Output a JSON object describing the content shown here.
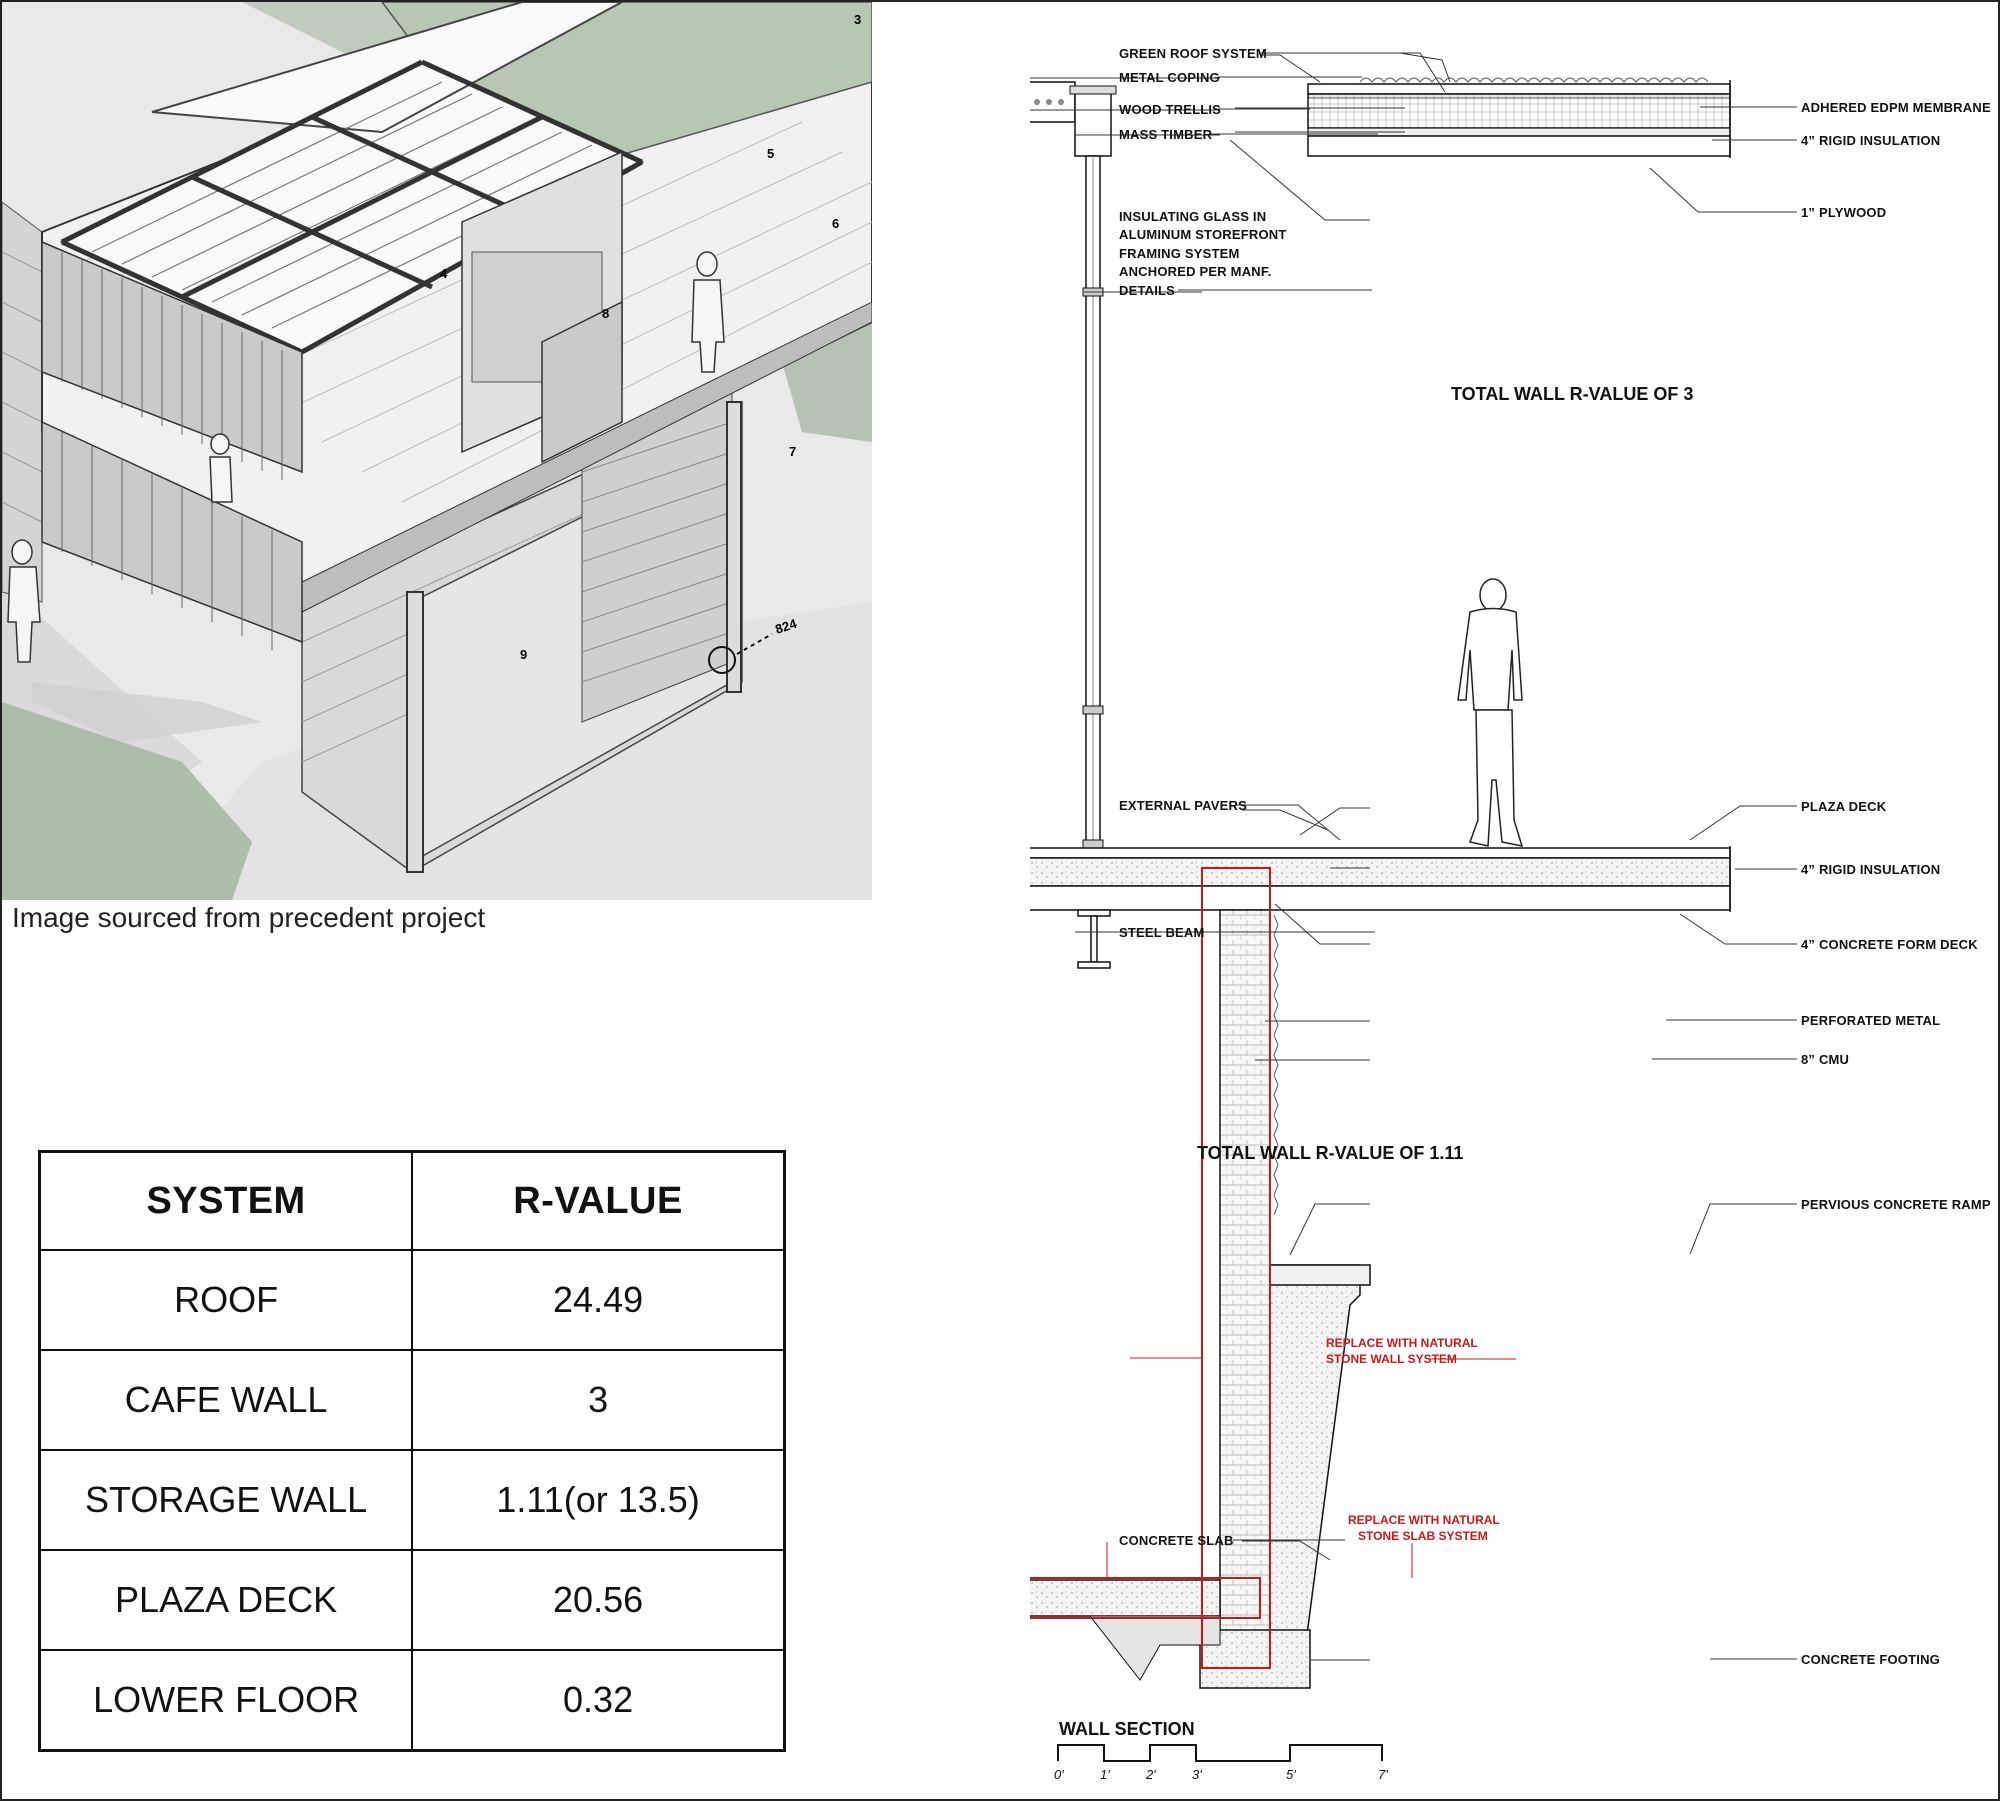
{
  "axonometric": {
    "caption": "Image sourced from precedent project",
    "callouts": [
      "3",
      "4",
      "5",
      "6",
      "7",
      "8",
      "9",
      "824"
    ]
  },
  "table": {
    "headers": [
      "SYSTEM",
      "R-VALUE"
    ],
    "rows": [
      {
        "system": "ROOF",
        "value": "24.49"
      },
      {
        "system": "CAFE WALL",
        "value": "3"
      },
      {
        "system": "STORAGE WALL",
        "value": "1.11(or 13.5)"
      },
      {
        "system": "PLAZA DECK",
        "value": "20.56"
      },
      {
        "system": "LOWER FLOOR",
        "value": "0.32"
      }
    ]
  },
  "wall_section": {
    "labels_left": {
      "green_roof": "GREEN ROOF SYSTEM",
      "metal_coping": "METAL COPING",
      "wood_trellis": "WOOD TRELLIS",
      "mass_timber": "MASS TIMBER",
      "glass_1": "INSULATING GLASS IN",
      "glass_2": "ALUMINUM STOREFRONT",
      "glass_3": "FRAMING SYSTEM",
      "glass_4": "ANCHORED PER MANF.",
      "glass_5": "DETAILS",
      "external_pavers": "EXTERNAL PAVERS",
      "steel_beam": "STEEL BEAM",
      "concrete_slab": "CONCRETE SLAB"
    },
    "labels_right": {
      "edpm": "ADHERED EDPM MEMBRANE",
      "rigid_top": "4” RIGID INSULATION",
      "plywood": "1” PLYWOOD",
      "plaza_deck": "PLAZA DECK",
      "rigid_mid": "4” RIGID INSULATION",
      "form_deck": "4” CONCRETE FORM DECK",
      "perforated": "PERFORATED METAL",
      "cmu": "8” CMU",
      "ramp": "PERVIOUS CONCRETE RAMP",
      "footing": "CONCRETE FOOTING"
    },
    "r_value_upper": "TOTAL WALL R-VALUE OF 3",
    "r_value_lower": "TOTAL WALL R-VALUE OF 1.11",
    "red_notes": {
      "wall_1": "REPLACE WITH NATURAL",
      "wall_2": "STONE WALL SYSTEM",
      "slab_1": "REPLACE WITH NATURAL",
      "slab_2": "STONE SLAB SYSTEM"
    },
    "scale": {
      "title": "WALL SECTION",
      "ticks": [
        "0'",
        "1'",
        "2'",
        "3'",
        "5'",
        "7'"
      ]
    },
    "colors": {
      "accent_red": "#c41a1a",
      "ink": "#111111"
    }
  }
}
